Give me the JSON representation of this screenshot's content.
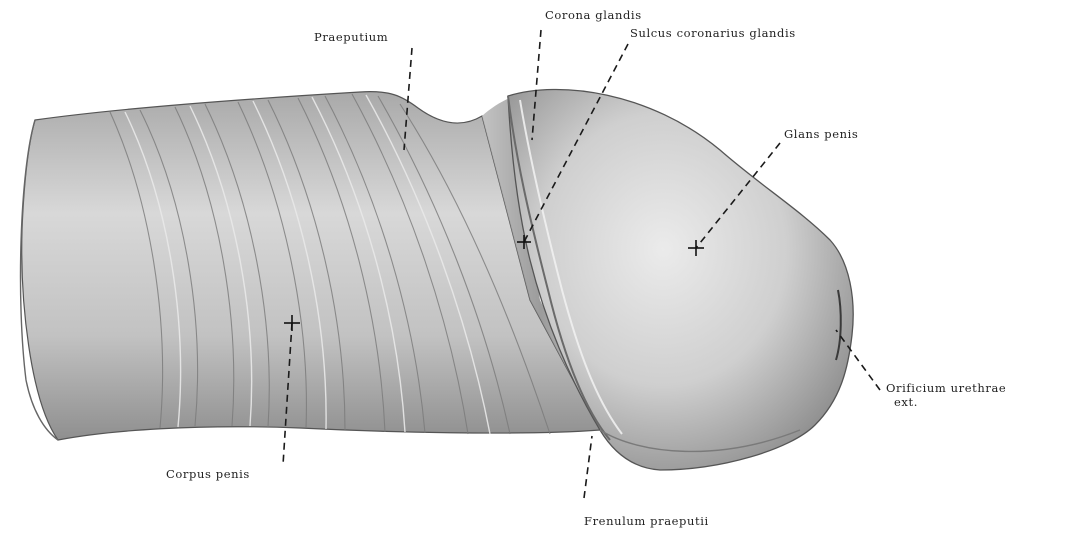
{
  "figure": {
    "labels": {
      "corona": "Corona glandis",
      "sulcus": "Sulcus coronarius glandis",
      "praeputium": "Praeputium",
      "glans": "Glans penis",
      "corpus": "Corpus penis",
      "orificium_line1": "Orificium urethrae",
      "orificium_line2": "ext.",
      "frenulum": "Frenulum praeputii"
    },
    "colors": {
      "background": "#ffffff",
      "ink": "#222222",
      "shade": "#9a9a9a"
    }
  }
}
